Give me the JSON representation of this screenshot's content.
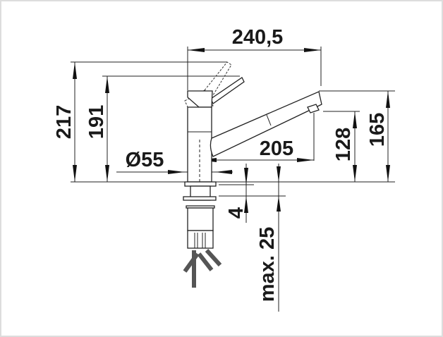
{
  "drawing": {
    "dimensions": {
      "overall_reach": "240,5",
      "max_height": "217",
      "lever_height": "191",
      "spout_height": "165",
      "aerator_height": "128",
      "spout_reach": "205",
      "base_diameter": "Ø55",
      "plate_thickness": "4",
      "max_counter_thickness": "max. 25"
    },
    "line_color": "#222222"
  }
}
